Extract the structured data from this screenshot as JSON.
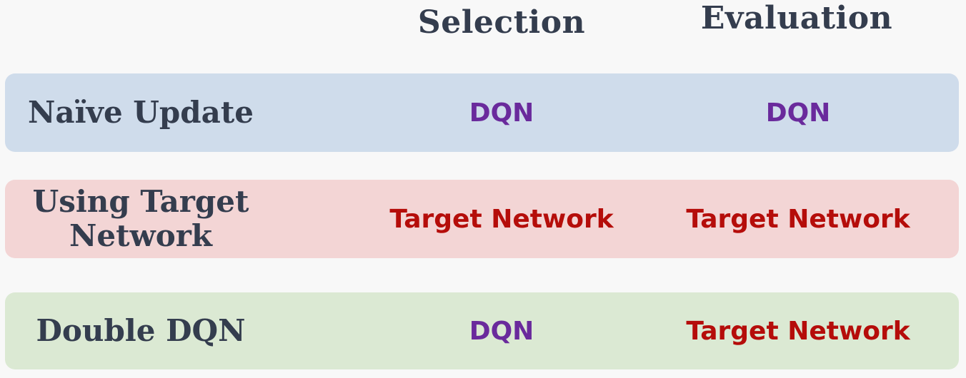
{
  "headers": {
    "selection": "Selection",
    "evaluation": "Evaluation"
  },
  "rows": [
    {
      "label_lines": [
        "Naïve Update"
      ],
      "selection": "DQN",
      "evaluation": "DQN"
    },
    {
      "label_lines": [
        "Using Target",
        "Network"
      ],
      "selection": "Target Network",
      "evaluation": "Target Network"
    },
    {
      "label_lines": [
        "Double DQN"
      ],
      "selection": "DQN",
      "evaluation": "Target Network"
    }
  ],
  "colors": {
    "dqn_text": "#6a2a9c",
    "target_network_text": "#b50d0a",
    "row_naive": "#cfdceb",
    "row_target": "#f3d5d5",
    "row_double": "#dbe9d3"
  }
}
